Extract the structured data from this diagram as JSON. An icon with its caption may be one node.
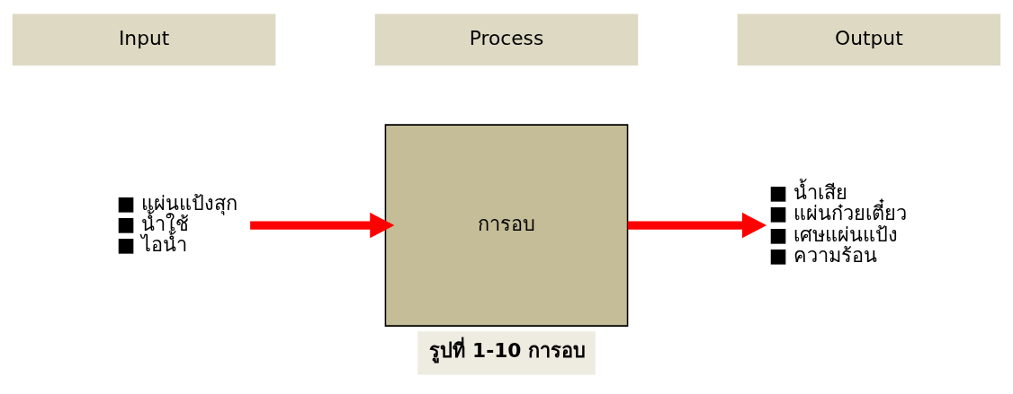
{
  "diagram": {
    "caption": "รูปที่ 1-10 การอบ",
    "nodes": [
      {
        "text": [
          "Input"
        ]
      },
      {
        "text": [
          "Process"
        ]
      },
      {
        "text": [
          "Output"
        ]
      },
      {
        "text": [
          "■ แผ่นแป้งสุก",
          "■ น้ำใช้",
          "■ ไอน้ำ"
        ]
      },
      {
        "text": [
          "การอบ"
        ]
      },
      {
        "text": [
          "■ น้ำเสีย",
          "■ แผ่นก๋วยเตี๋ยว",
          "■ เศษแผ่นแป้ง",
          "■ ความร้อน"
        ]
      }
    ],
    "edges": [
      {
        "from": 3,
        "to": 4,
        "arrow": "to"
      },
      {
        "from": 4,
        "to": 5,
        "arrow": "to"
      }
    ]
  }
}
